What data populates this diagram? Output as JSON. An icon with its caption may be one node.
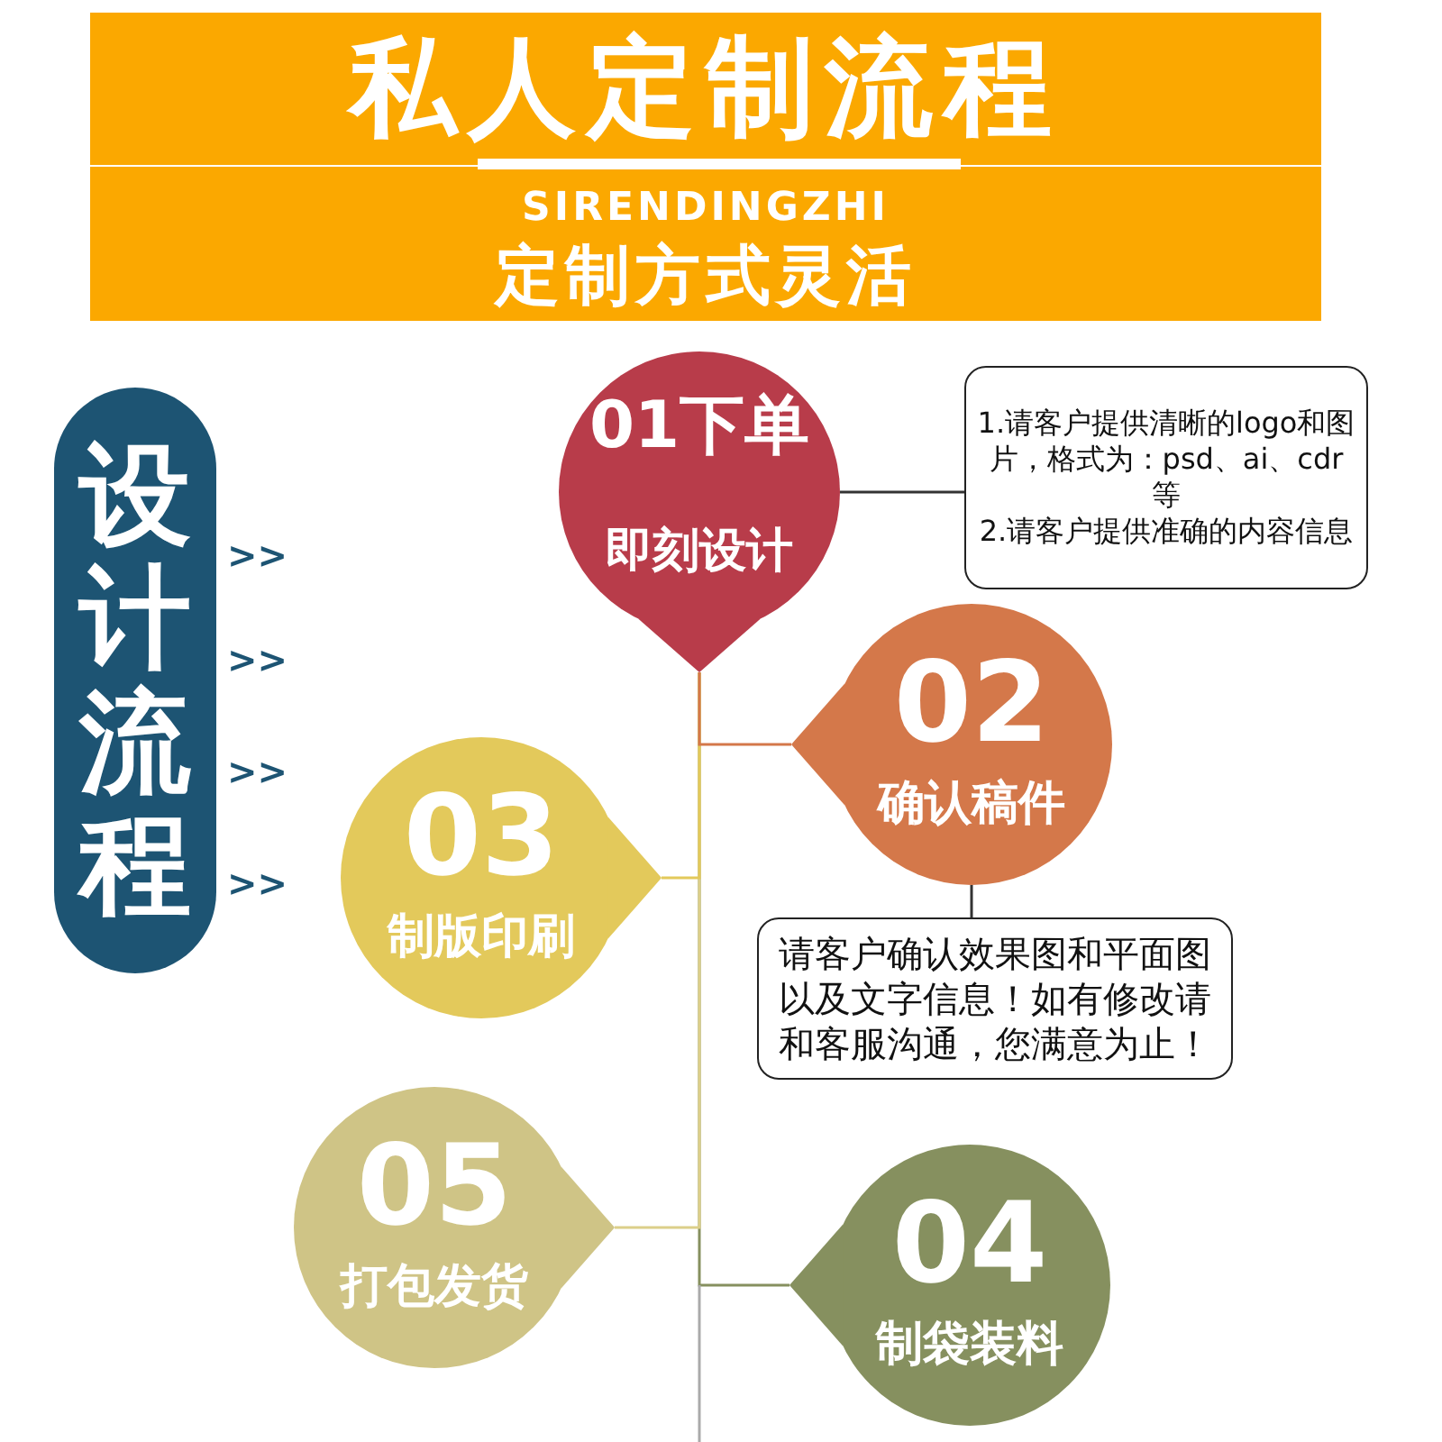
{
  "diagram": {
    "title": "私人定制流程",
    "nodes": [
      {
        "text": [
          "设计流程"
        ]
      },
      {
        "text": [
          "01下单",
          "即刻设计"
        ]
      },
      {
        "text": [
          "1.请客户提供清晰的logo和图片，格式为：psd、ai、cdr等",
          "2.请客户提供准确的内容信息"
        ]
      },
      {
        "text": [
          "02",
          "确认稿件"
        ]
      },
      {
        "text": [
          "03",
          "制版印刷"
        ]
      },
      {
        "text": [
          "请客户确认效果图和平面图以及文字信息！如有修改请和客服沟通，您满意为止！"
        ]
      },
      {
        "text": [
          "05",
          "打包发货"
        ]
      },
      {
        "text": [
          "04",
          "制袋装料"
        ]
      }
    ],
    "edges": [
      {
        "from": 1,
        "to": 2,
        "arrow": "none",
        "color": "#333333"
      },
      {
        "from": 1,
        "to": 3,
        "arrow": "none",
        "color": "#d4784a"
      },
      {
        "from": 1,
        "to": 4,
        "arrow": "none",
        "color": "#e3c95b"
      },
      {
        "from": 1,
        "to": 6,
        "arrow": "none",
        "color": "#dccf8a"
      },
      {
        "from": 1,
        "to": 7,
        "arrow": "none",
        "color": "#86905f"
      },
      {
        "from": 3,
        "to": 5,
        "arrow": "none",
        "color": "#333333"
      }
    ],
    "labels": [
      "SIRENDINGZHI",
      "定制方式灵活",
      ">>",
      ">>",
      ">>",
      ">>"
    ]
  }
}
